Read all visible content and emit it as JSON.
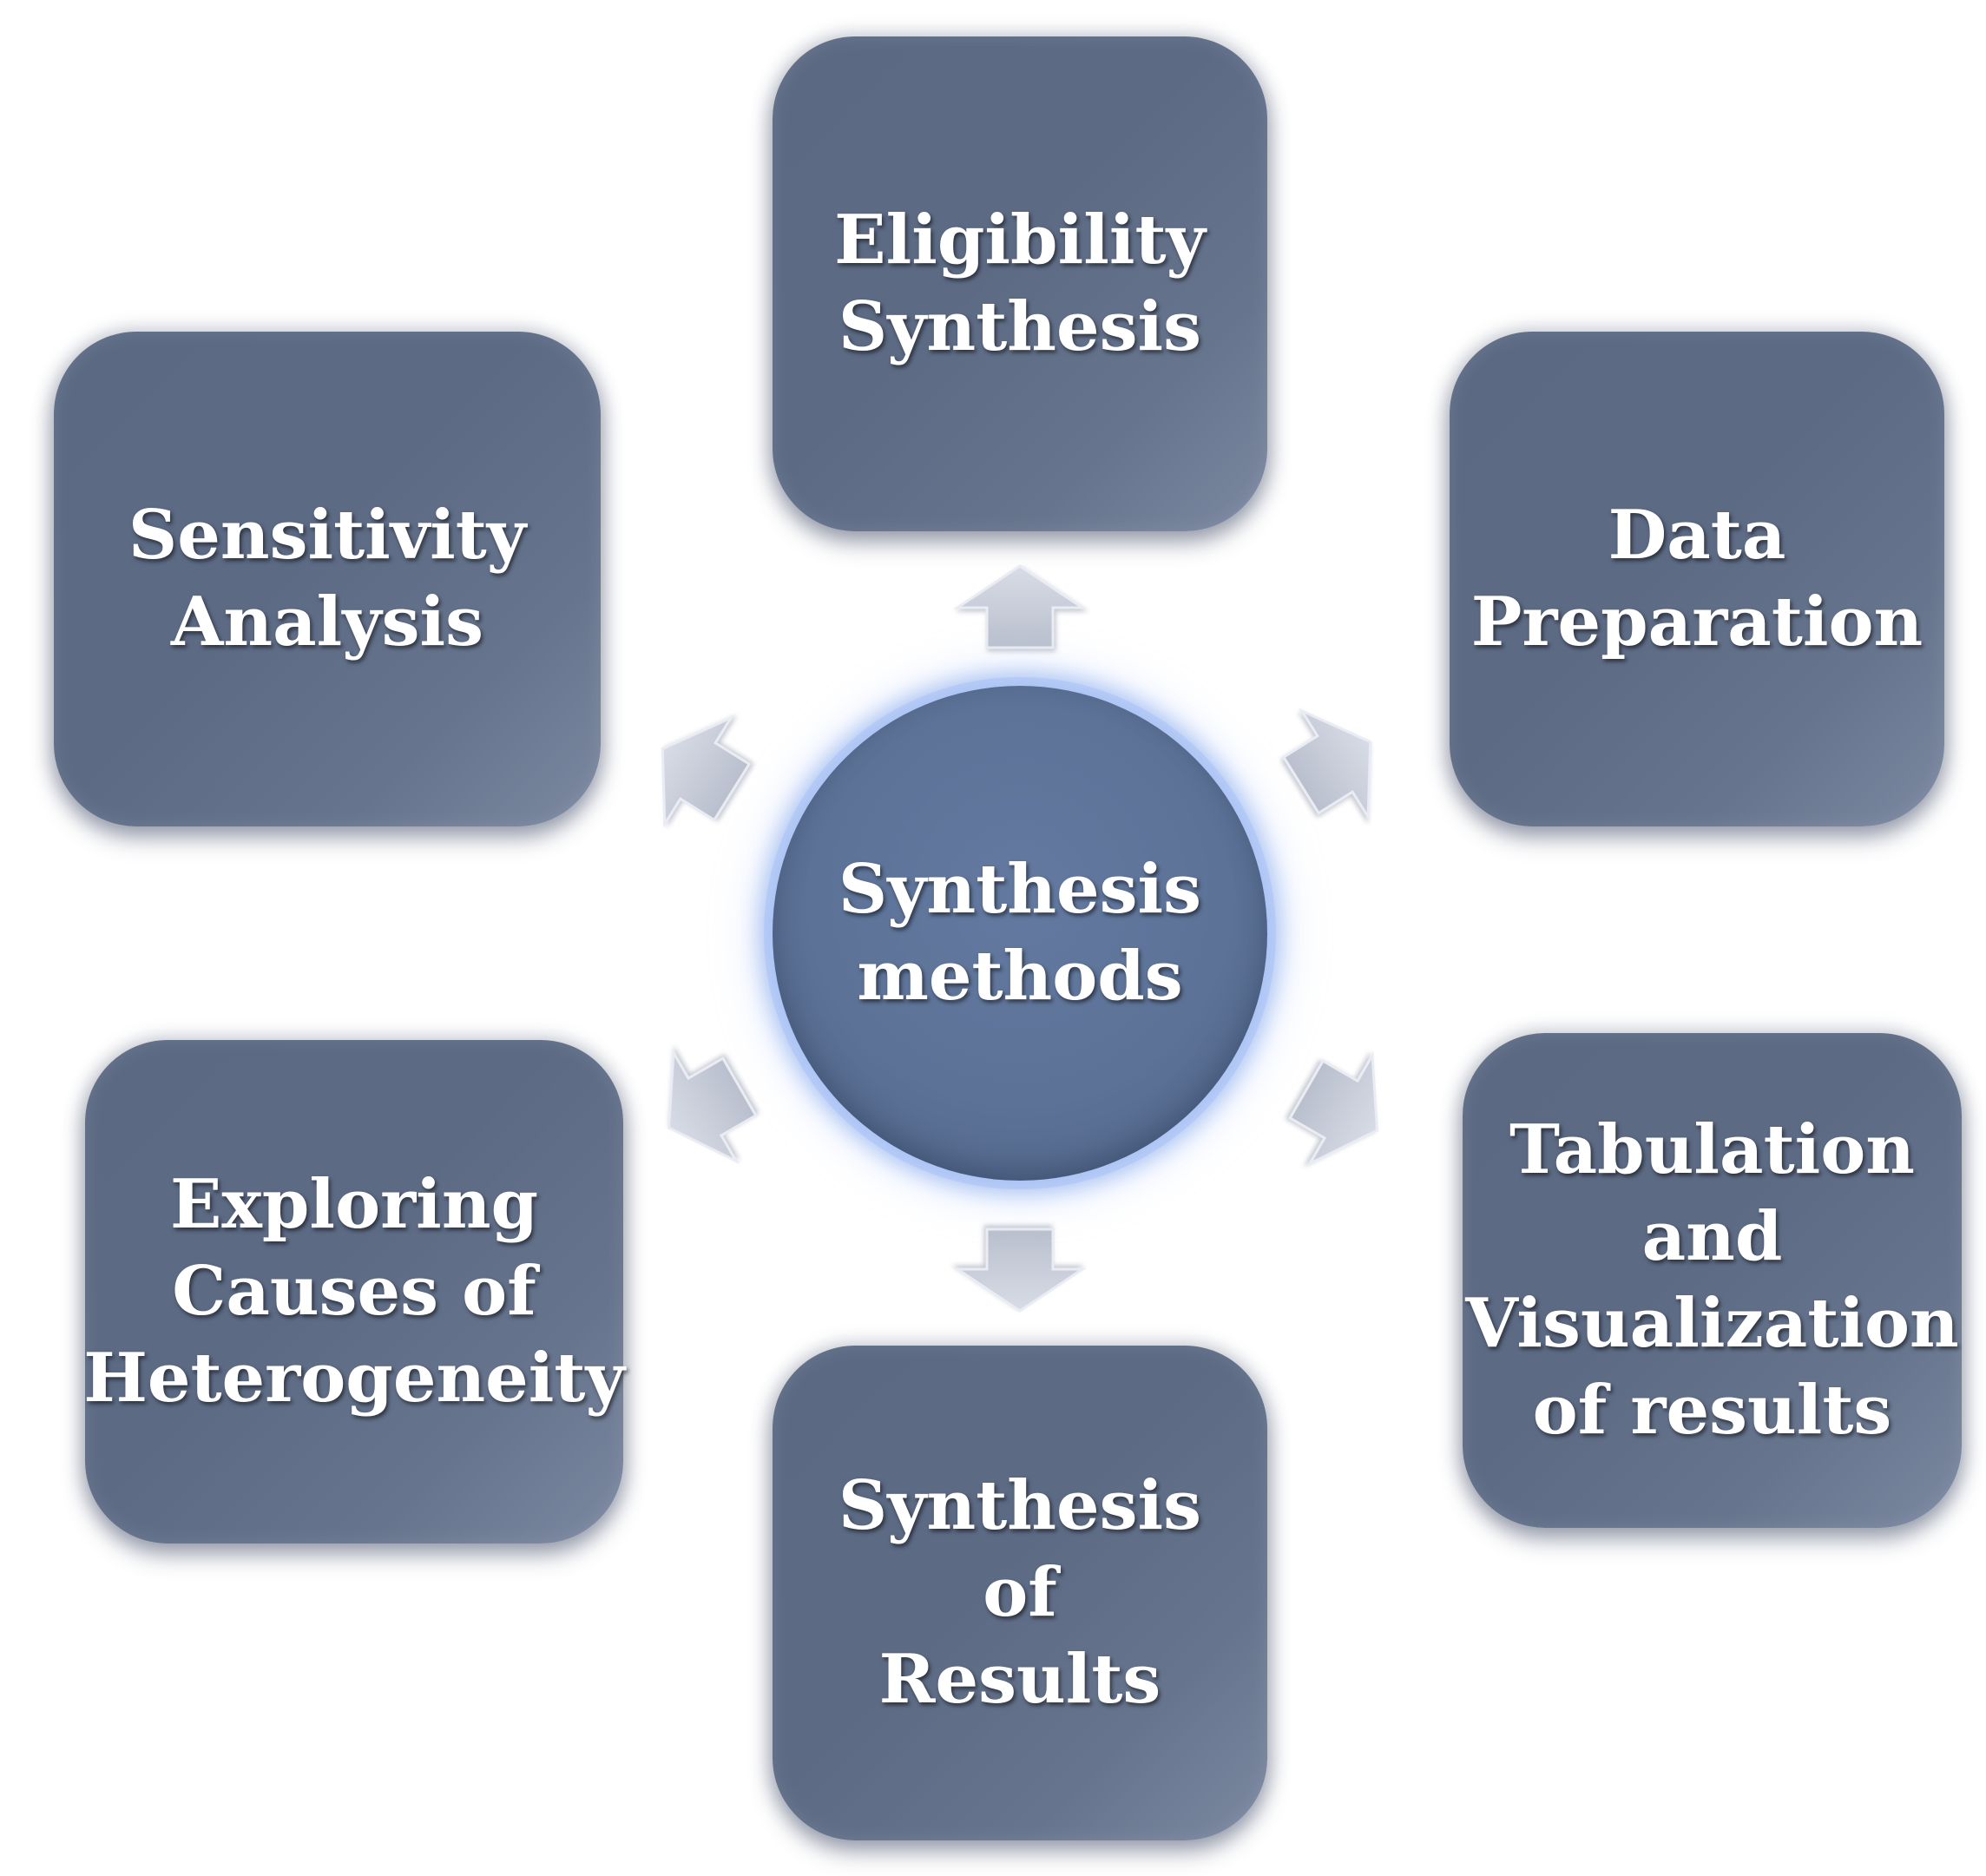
{
  "center": {
    "label": "Synthesis\nmethods"
  },
  "boxes": {
    "eligibility": {
      "label": "Eligibility\nSynthesis"
    },
    "data": {
      "label": "Data\nPreparation"
    },
    "sensitivity": {
      "label": "Sensitivity\nAnalysis"
    },
    "exploring": {
      "label": "Exploring\nCauses of\nHeterogeneity"
    },
    "tabulation": {
      "label": "Tabulation\nand\nVisualization\nof results"
    },
    "results": {
      "label": "Synthesis of\nResults"
    }
  },
  "colors": {
    "box_fill": "#5c6a84",
    "center_fill": "#5c7296",
    "center_glow": "#9fbaf0",
    "arrow_fill": "#c8cdd9",
    "text": "#ffffff"
  }
}
